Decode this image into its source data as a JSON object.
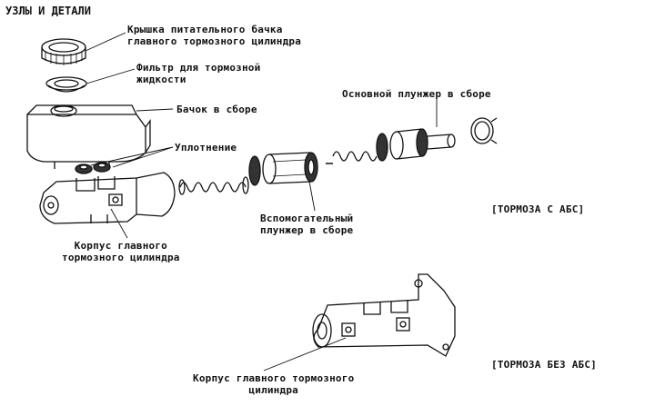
{
  "heading": "УЗЛЫ И ДЕТАЛИ",
  "labels": {
    "cap_line1": "Крышка питательного бачка",
    "cap_line2": "главного тормозного цилиндра",
    "filter_line1": "Фильтр для тормозной",
    "filter_line2": "жидкости",
    "reservoir": "Бачок в сборе",
    "seal": "Уплотнение",
    "primary_piston": "Основной плунжер в сборе",
    "secondary_line1": "Вспомогательный",
    "secondary_line2": "плунжер в сборе",
    "body_abs_line1": "Корпус главного",
    "body_abs_line2": "тормозного цилиндра",
    "body_noabs_line1": "Корпус главного тормозного",
    "body_noabs_line2": "цилиндра"
  },
  "sections": {
    "with_abs": "[ТОРМОЗА С АБС]",
    "without_abs": "[ТОРМОЗА БЕЗ АБС]"
  }
}
